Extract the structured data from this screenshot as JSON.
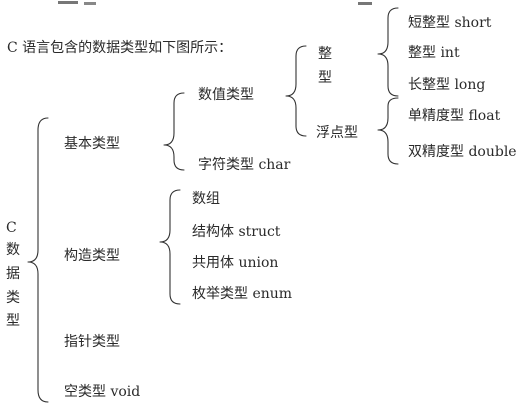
{
  "intro": "C 语言包含的数据类型如下图所示：",
  "root": {
    "chars": [
      "C",
      "数",
      "据",
      "类",
      "型"
    ]
  },
  "basic": {
    "label": "基本类型",
    "numeric": {
      "label": "数值类型",
      "integer": {
        "label_chars": [
          "整",
          "型"
        ],
        "items": [
          "短整型 short",
          "整型 int",
          "长整型 long"
        ]
      },
      "float": {
        "label": "浮点型",
        "items": [
          "单精度型 float",
          "双精度型 double"
        ]
      }
    },
    "char": "字符类型 char"
  },
  "constructed": {
    "label": "构造类型",
    "items": [
      "数组",
      "结构体 struct",
      "共用体 union",
      "枚举类型 enum"
    ]
  },
  "pointer": "指针类型",
  "void": "空类型 void"
}
